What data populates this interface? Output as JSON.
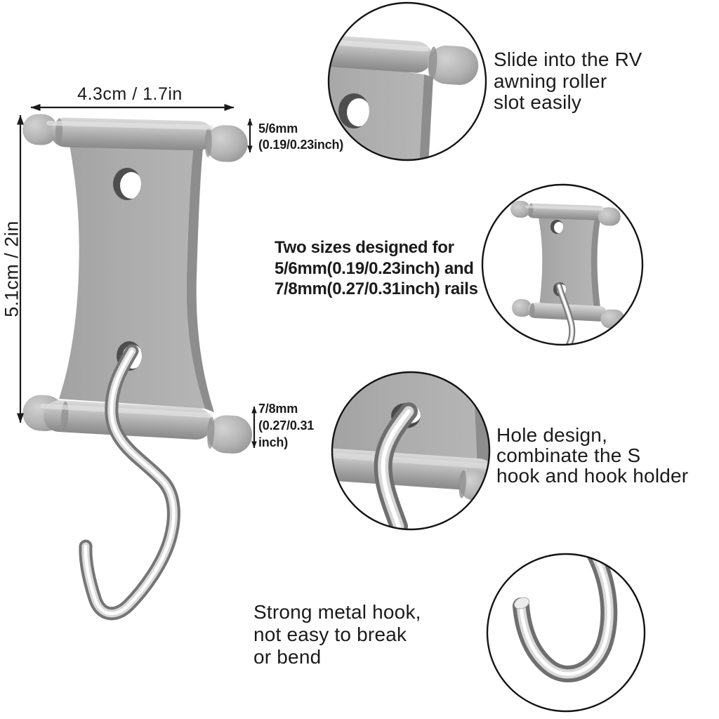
{
  "dimension_labels": {
    "width": "4.3cm / 1.7in",
    "height": "5.1cm / 2in",
    "top_rail": [
      "5/6mm",
      "(0.19/0.23inch)"
    ],
    "bottom_rail": [
      "7/8mm",
      "(0.27/0.31",
      "inch)"
    ]
  },
  "annotations": {
    "two_sizes": [
      "Two sizes designed for",
      "5/6mm(0.19/0.23inch) and",
      "7/8mm(0.27/0.31inch) rails"
    ],
    "slide": [
      "Slide into the RV",
      "awning roller",
      "slot easily"
    ],
    "hole_design": [
      "Hole design,",
      "combinate the S",
      "hook and hook holder"
    ],
    "strong_hook": [
      "Strong metal hook,",
      "not easy to break",
      "or bend"
    ]
  },
  "colors": {
    "background": "#ffffff",
    "text": "#1b1b1b",
    "outline": "#141414",
    "plate_gray": "#ababab",
    "plate_side_gray": "#8d8d8d",
    "rail_highlight": "#d8d8d8",
    "rail_shadow": "#8a8a8a",
    "hook_chrome_dark": "#6f6f6f",
    "hook_chrome_light": "#ffffff"
  }
}
